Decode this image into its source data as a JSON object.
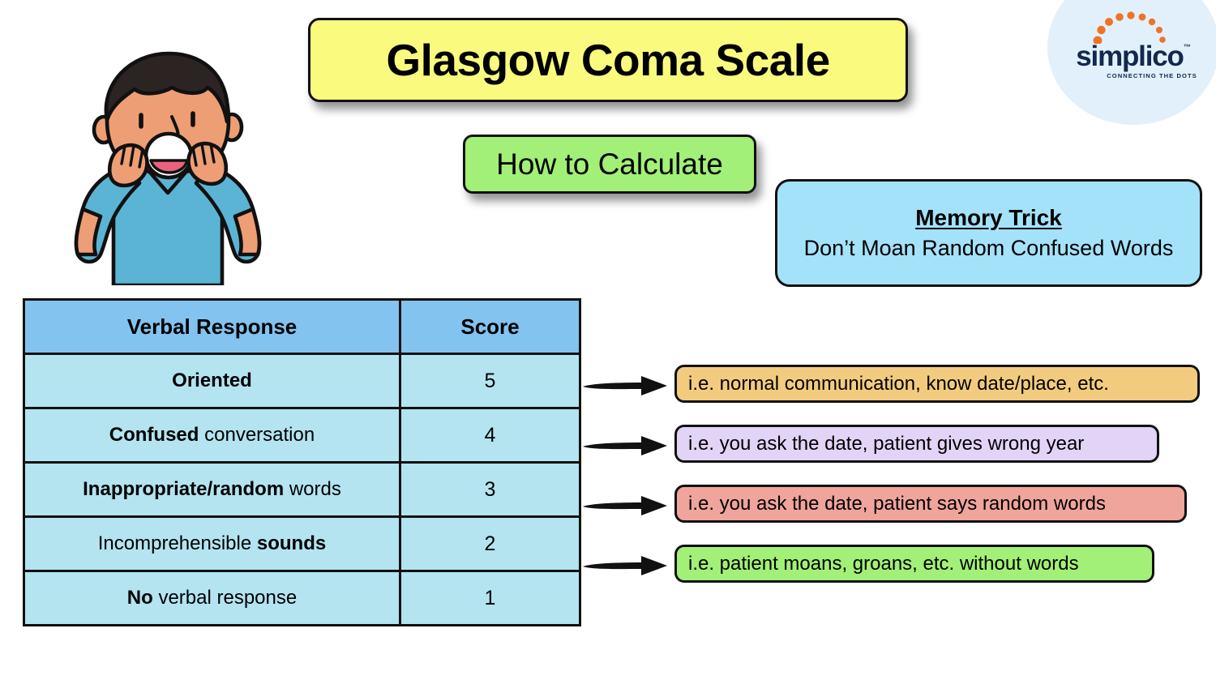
{
  "brand": {
    "logo_word": "simplico",
    "logo_tm": "™",
    "logo_tagline": "CONNECTING THE DOTS",
    "logo_ellipse_color": "#E2F0FC",
    "logo_text_color": "#12284C",
    "logo_dot_color": "#EE7424"
  },
  "header": {
    "title": "Glasgow Coma Scale",
    "title_bg": "#FAFA7F",
    "subtitle": "How to Calculate",
    "subtitle_bg": "#A2F077"
  },
  "memory_trick": {
    "heading": "Memory Trick",
    "mnemonic": "Don’t Moan Random Confused Words",
    "bg": "#A4E2FA"
  },
  "illustration": {
    "name": "shouting-person",
    "skin_color": "#EE9E75",
    "hair_color": "#2B2422",
    "shirt_color": "#5BB4D4",
    "mouth_color": "#E8627E"
  },
  "table": {
    "header_bg": "#83C3EF",
    "row_bg": "#B3E4F0",
    "columns": [
      "Verbal Response",
      "Score"
    ],
    "rows": [
      {
        "bold": "Oriented",
        "normal": "",
        "order": "bold-first",
        "score": "5"
      },
      {
        "bold": "Confused",
        "normal": " conversation",
        "order": "bold-first",
        "score": "4"
      },
      {
        "bold": "Inappropriate/random",
        "normal": " words",
        "order": "bold-first",
        "score": "3"
      },
      {
        "bold": "sounds",
        "normal": "Incomprehensible ",
        "order": "normal-first",
        "score": "2"
      },
      {
        "bold": "No",
        "normal": " verbal response",
        "order": "bold-first",
        "score": "1"
      }
    ]
  },
  "callouts": [
    {
      "text": "i.e. normal communication, know date/place, etc.",
      "bg": "#F3CB7F"
    },
    {
      "text": "i.e. you ask the date, patient gives wrong year",
      "bg": "#E2D4F6"
    },
    {
      "text": "i.e. you ask the date, patient says random words",
      "bg": "#EFA49C"
    },
    {
      "text": "i.e. patient moans, groans, etc. without words",
      "bg": "#A2F077"
    }
  ],
  "arrows": {
    "count": 4,
    "color": "#111111",
    "direction": "right"
  }
}
